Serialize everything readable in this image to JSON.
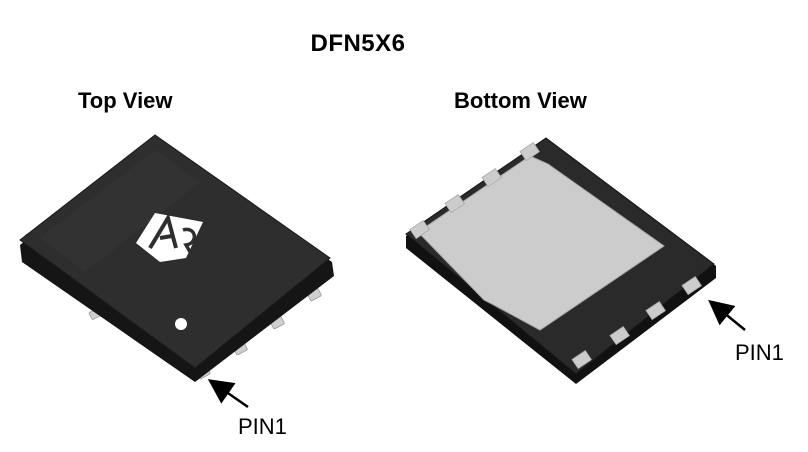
{
  "package_name": "DFN5X6",
  "top_view": {
    "label": "Top View",
    "pin_label": "PIN1"
  },
  "bottom_view": {
    "label": "Bottom View",
    "pin_label": "PIN1"
  },
  "colors": {
    "body_top": "#2b2b2b",
    "body_edge": "#111111",
    "lead": "#cfcfcf",
    "pad": "#cccccc"
  }
}
